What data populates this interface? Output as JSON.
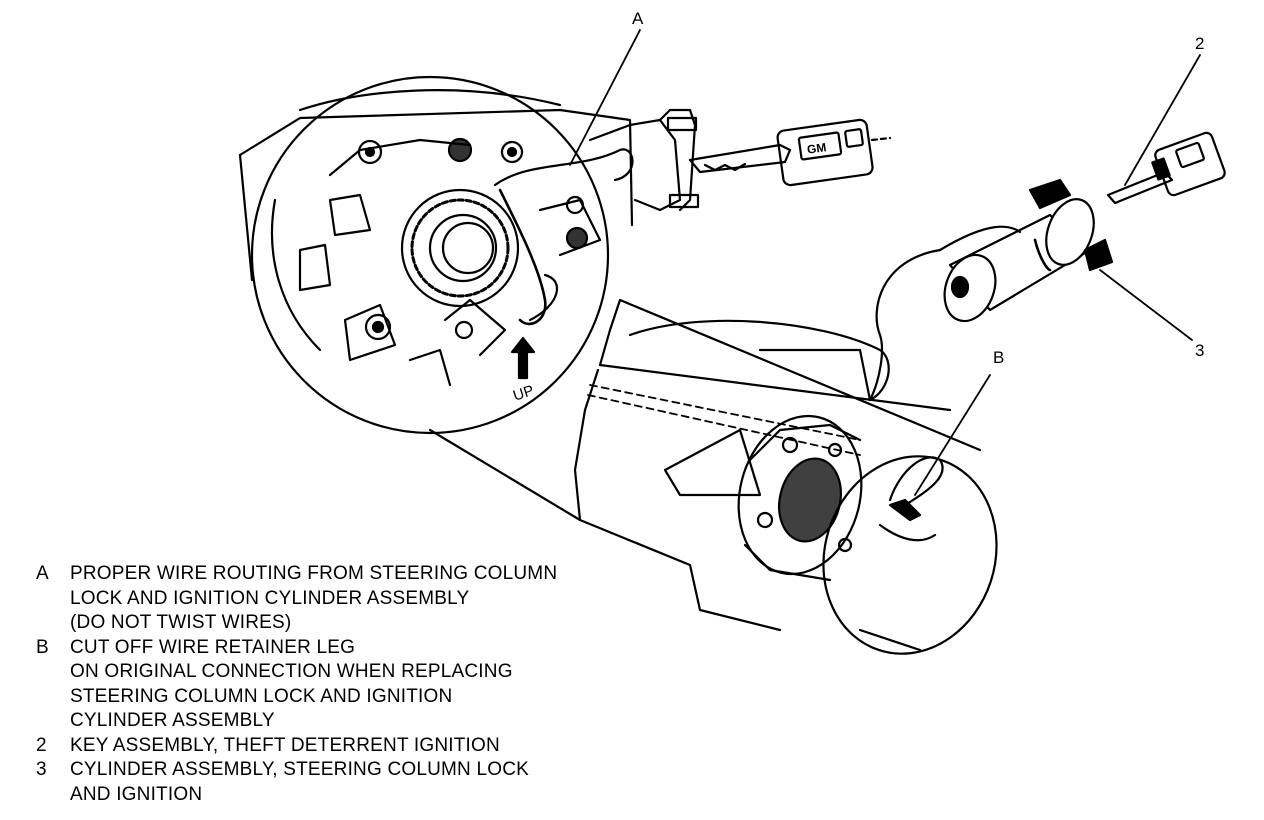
{
  "callouts": {
    "a": "A",
    "b": "B",
    "two": "2",
    "three": "3"
  },
  "labels": {
    "up": "UP",
    "key_brand": "GM"
  },
  "legend": {
    "items": [
      {
        "key": "A",
        "text": "PROPER WIRE ROUTING FROM STEERING COLUMN\nLOCK AND IGNITION CYLINDER ASSEMBLY\n(DO NOT TWIST WIRES)"
      },
      {
        "key": "B",
        "text": "CUT OFF WIRE RETAINER LEG\nON ORIGINAL CONNECTION WHEN REPLACING\nSTEERING COLUMN LOCK AND IGNITION\nCYLINDER ASSEMBLY"
      },
      {
        "key": "2",
        "text": "KEY ASSEMBLY, THEFT DETERRENT IGNITION"
      },
      {
        "key": "3",
        "text": "CYLINDER ASSEMBLY, STEERING COLUMN LOCK\nAND IGNITION"
      }
    ]
  }
}
